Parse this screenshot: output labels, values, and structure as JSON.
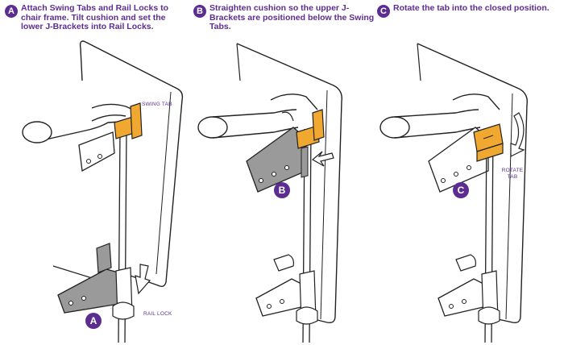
{
  "colors": {
    "accent": "#5c2d91",
    "highlight": "#f0a830",
    "line": "#222222",
    "shade": "#9a9a9a",
    "arrow_fill": "#ffffff"
  },
  "steps": [
    {
      "badge": "A",
      "text": "Attach Swing Tabs and Rail Locks to chair frame. Tilt cushion and set the lower J-Brackets into Rail Locks."
    },
    {
      "badge": "B",
      "text": "Straighten cushion so the upper J-Brackets are positioned below the Swing Tabs."
    },
    {
      "badge": "C",
      "text": "Rotate the tab into the closed position."
    }
  ],
  "markers": {
    "a": "A",
    "b": "B",
    "c": "C"
  },
  "callouts": {
    "swing_tab": "SWING TAB",
    "rail_lock": "RAIL LOCK",
    "rotate_tab": "ROTATE\nTAB"
  },
  "icons": {
    "badge": "circle-letter-icon",
    "arrow": "direction-arrow-icon",
    "curved_arrow": "curved-arrow-icon"
  }
}
